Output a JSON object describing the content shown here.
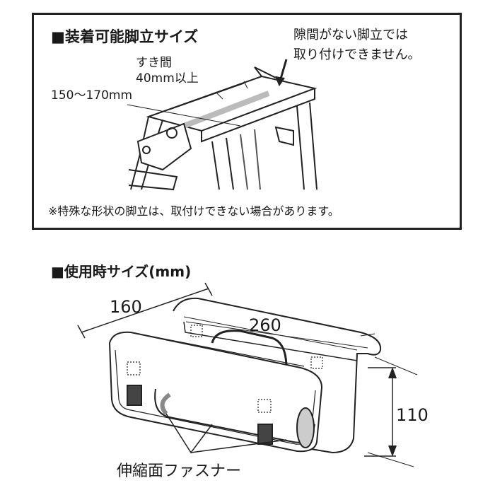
{
  "mountable_section": {
    "title": "■装着可能脚立サイズ",
    "gap_label": "すき間",
    "gap_value": "40mm以上",
    "width_range": "150〜170mm",
    "warning_line1": "隙間がない脚立では",
    "warning_line2": "取り付けできません。",
    "footnote": "※特殊な形状の脚立は、取付けできない場合があります。"
  },
  "usage_section": {
    "title": "■使用時サイズ(mm)",
    "depth": "160",
    "width": "260",
    "height": "110",
    "fastener_label": "伸縮面ファスナー"
  }
}
